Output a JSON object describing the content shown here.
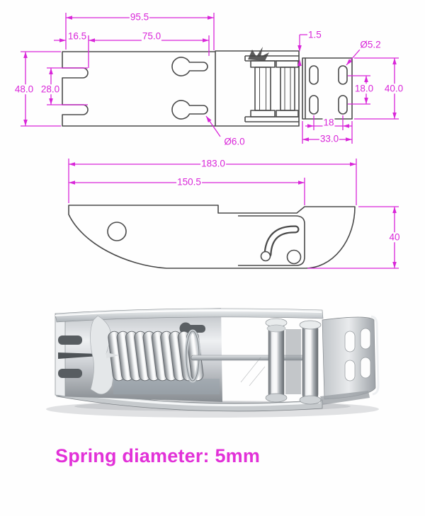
{
  "colors": {
    "dimension_magenta": "#d926d9",
    "outline_gray": "#4a4a4a",
    "caption_magenta": "#e231d8",
    "background": "#fefefe",
    "metal_silver": "#d3d6da"
  },
  "caption": {
    "text": "Spring diameter: 5mm"
  },
  "top_view": {
    "dims": {
      "overall_width": "95.5",
      "notch_depth": "16.5",
      "body_width": "75.0",
      "plate_gap": "1.5",
      "slot_diameter": "Ø5.2",
      "overall_height": "48.0",
      "notch_spacing": "28.0",
      "slot_row_spacing": "18.0",
      "end_plate_height": "40.0",
      "keyhole_diameter": "Ø6.0",
      "slot_col_spacing": "18",
      "end_plate_width": "33.0"
    }
  },
  "side_view": {
    "dims": {
      "overall_length": "183.0",
      "body_length": "150.5",
      "end_height": "40"
    }
  }
}
